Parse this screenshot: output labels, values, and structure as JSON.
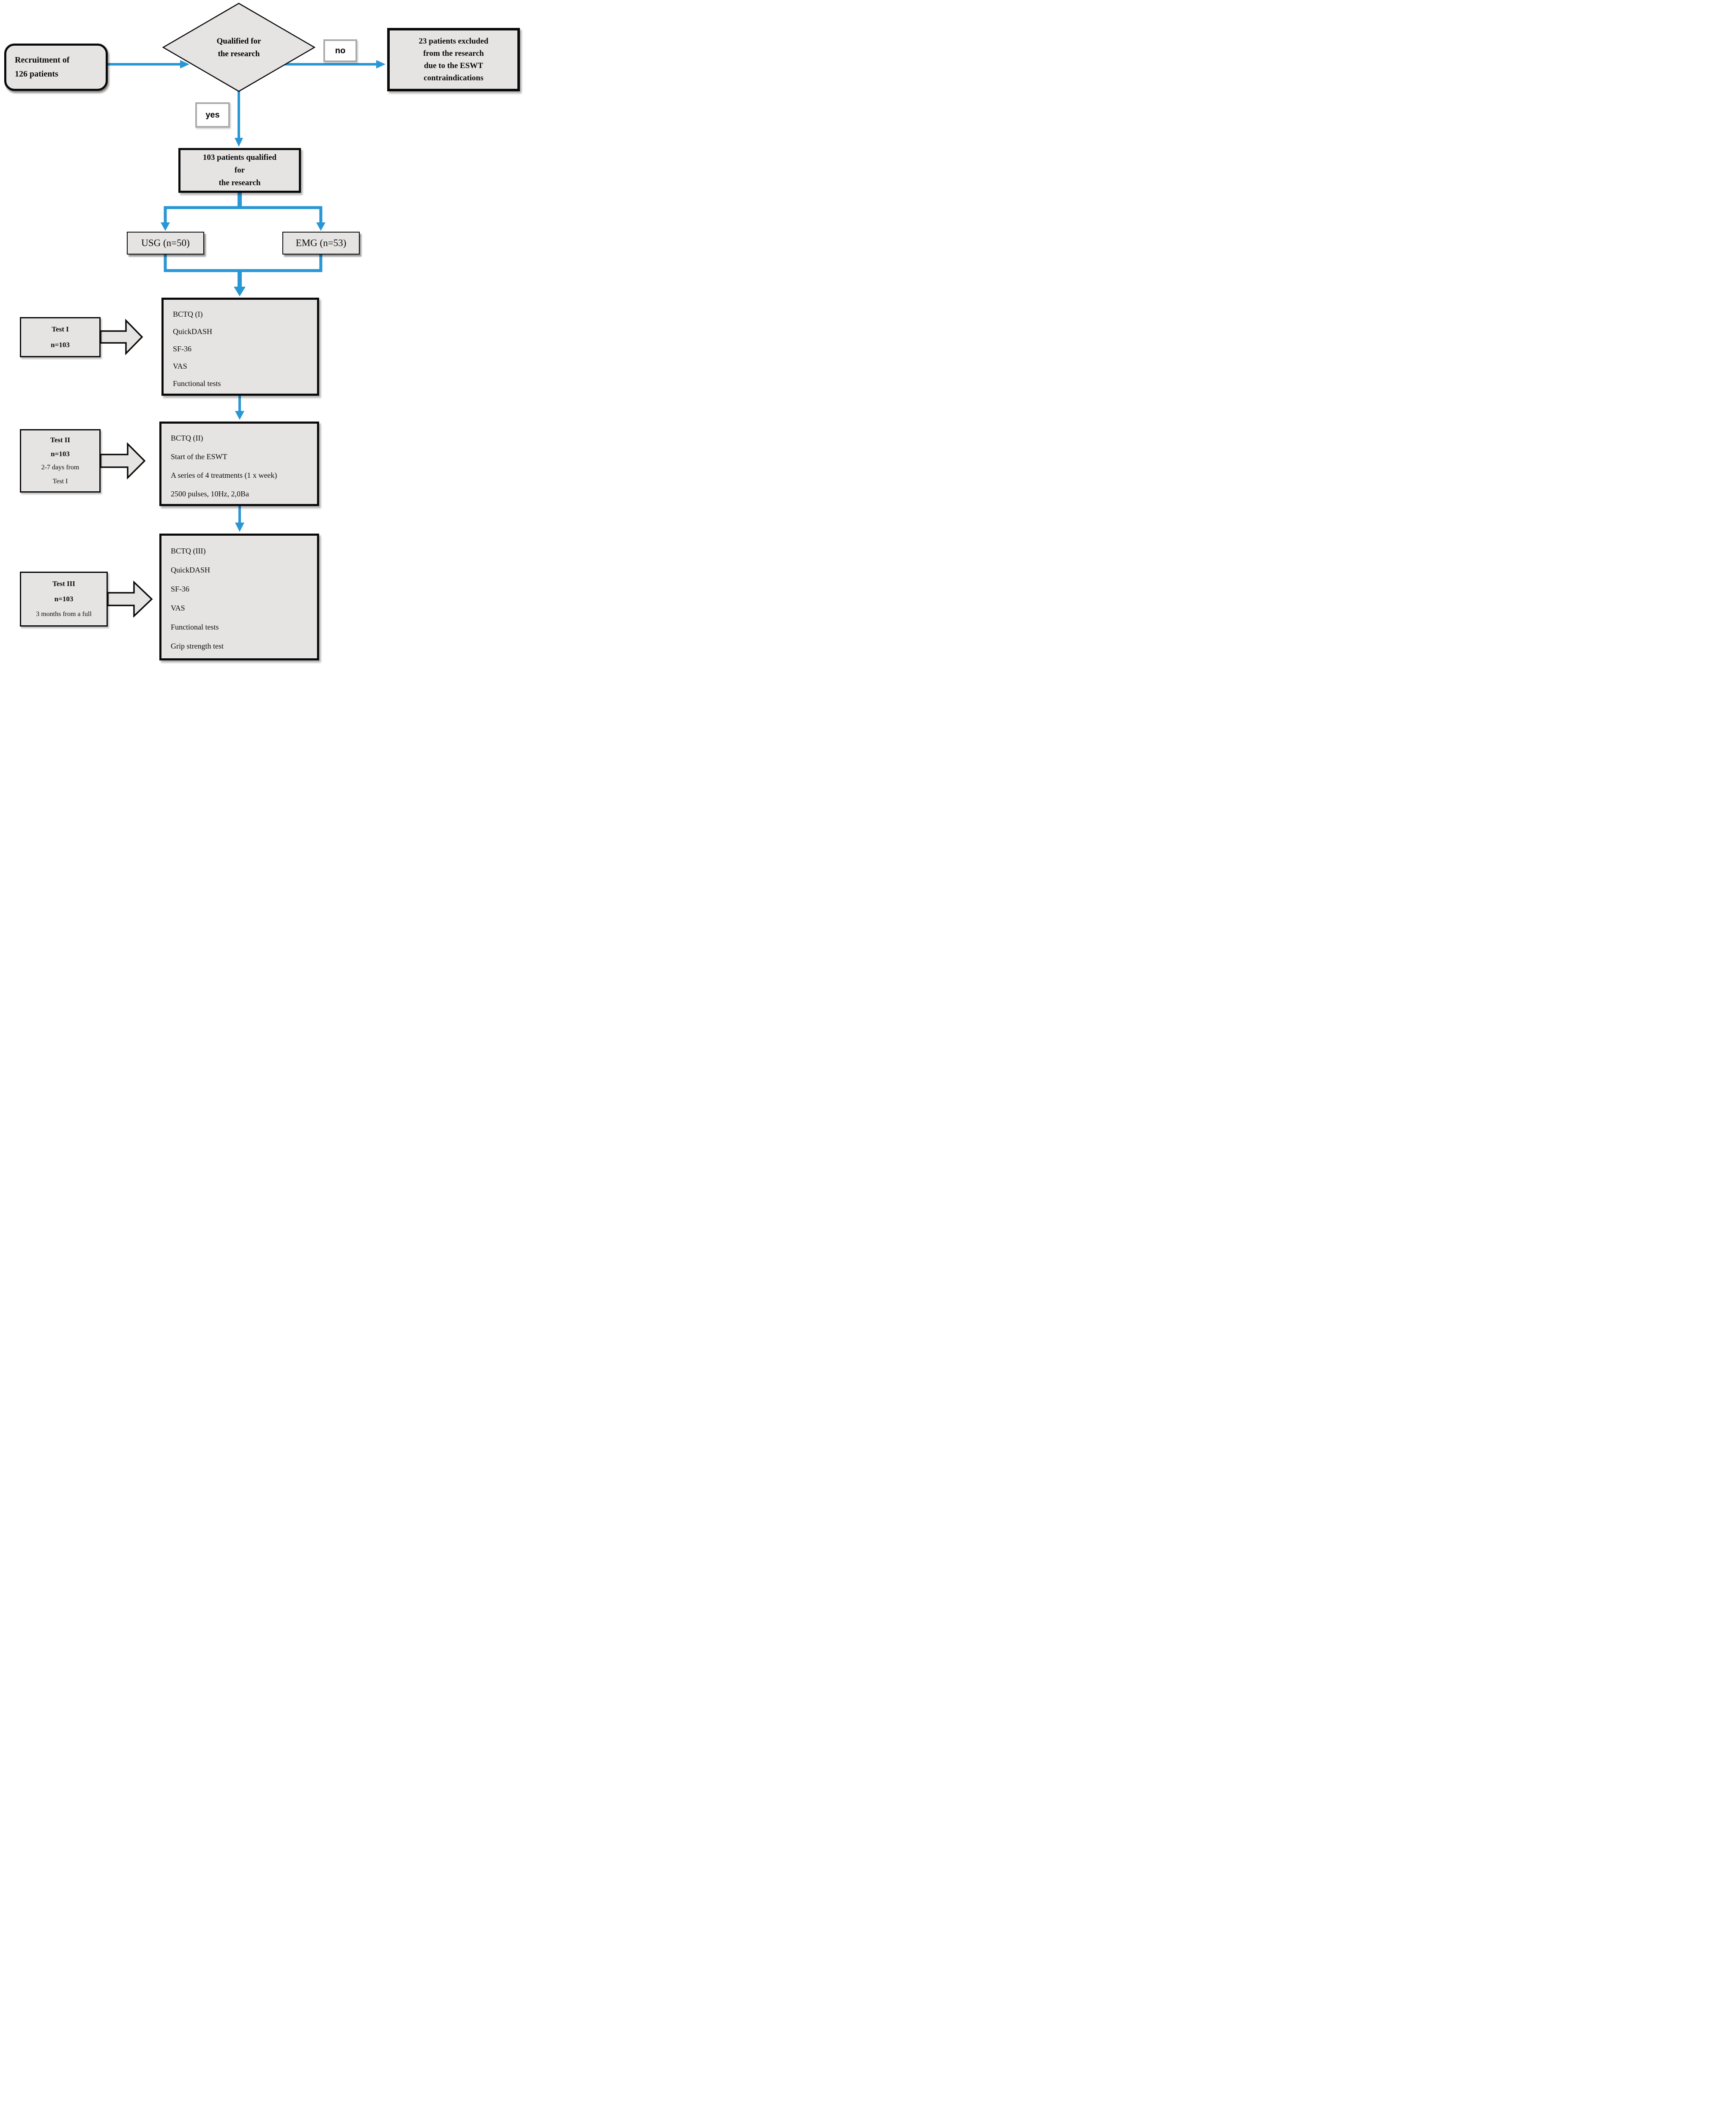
{
  "flowchart": {
    "recruitment": {
      "line1": "Recruitment of",
      "line2": "126 patients"
    },
    "decision": {
      "line1": "Qualified for",
      "line2": "the research"
    },
    "edge_labels": {
      "no": "no",
      "yes": "yes"
    },
    "excluded": {
      "line1": "23 patients excluded",
      "line2": "from the research",
      "line3": "due to the ESWT",
      "line4": "contraindications"
    },
    "qualified": {
      "line1": "103 patients qualified",
      "line2": "for",
      "line3": "the research"
    },
    "groups": {
      "usg": "USG (n=50)",
      "emg": "EMG (n=53)"
    },
    "test1": {
      "title": "Test I",
      "n": "n=103"
    },
    "assessment1": {
      "line1": "BCTQ (I)",
      "line2": "QuickDASH",
      "line3": "SF-36",
      "line4": "VAS",
      "line5": "Functional tests"
    },
    "test2": {
      "title": "Test II",
      "n": "n=103",
      "note1": "2-7 days from",
      "note2": "Test I"
    },
    "treatment": {
      "line1": "BCTQ (II)",
      "line2": "Start of the ESWT",
      "line3": "A series of 4 treatments (1 x week)",
      "line4": "2500 pulses, 10Hz, 2,0Ba"
    },
    "test3": {
      "title": "Test III",
      "n": "n=103",
      "note1": "3 months from a full"
    },
    "assessment3": {
      "line1": "BCTQ (III)",
      "line2": "QuickDASH",
      "line3": "SF-36",
      "line4": "VAS",
      "line5": "Functional tests",
      "line6": "Grip strength test"
    }
  },
  "colors": {
    "arrow_blue": "#2996D5",
    "node_fill": "#E6E4E3",
    "node_border": "#0A0A0A",
    "label_border": "#ABABAB"
  }
}
